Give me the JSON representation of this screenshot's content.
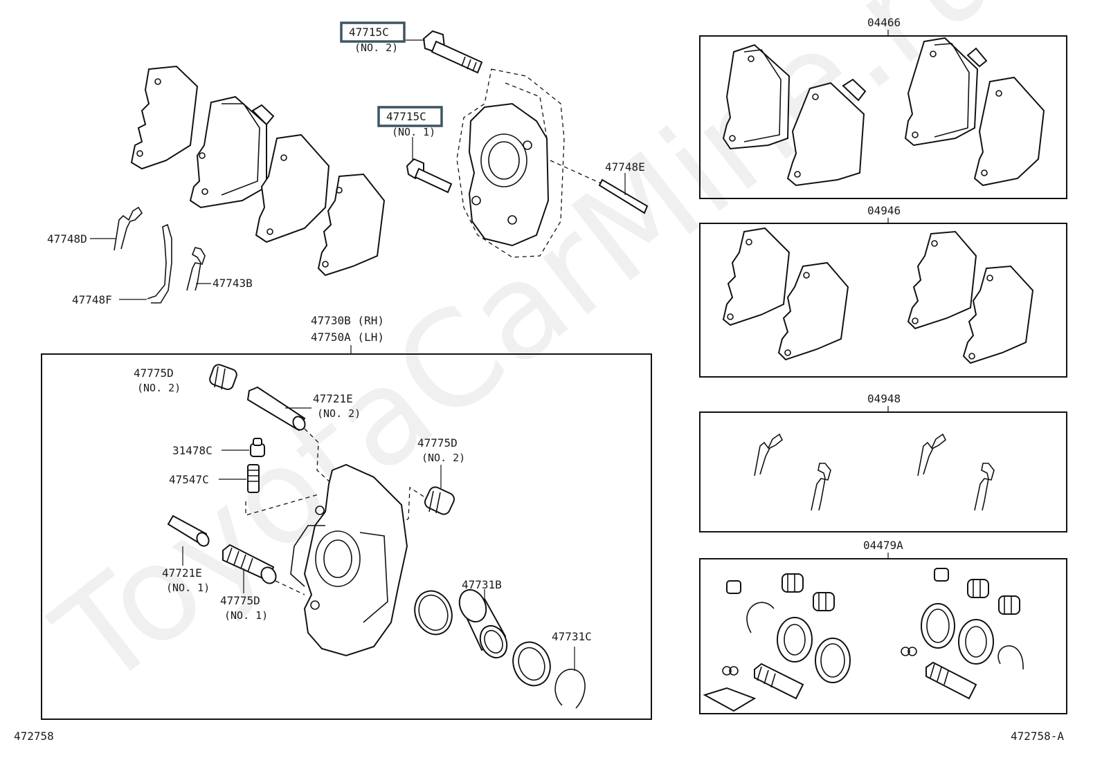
{
  "watermark": "ToyotaCarMine.ru",
  "footer": {
    "left_code": "472758",
    "right_code": "472758-A"
  },
  "callouts": {
    "bolt_no2": {
      "code": "47715C",
      "note": "(NO. 2)"
    },
    "bolt_no1": {
      "code": "47715C",
      "note": "(NO. 1)"
    },
    "pin_e": "47748E",
    "clip_d": "47748D",
    "spring_f": "47748F",
    "clip_b": "47743B"
  },
  "caliper_assembly": {
    "code_rh": "47730B (RH)",
    "code_lh": "47750A (LH)",
    "parts": {
      "boot_top": {
        "code": "47775D",
        "note": "(NO. 2)"
      },
      "pin_top": {
        "code": "47721E",
        "note": "(NO. 2)"
      },
      "cap": "31478C",
      "bleeder": "47547C",
      "boot_right": {
        "code": "47775D",
        "note": "(NO. 2)"
      },
      "pin_bottom": {
        "code": "47721E",
        "note": "(NO. 1)"
      },
      "boot_bottom": {
        "code": "47775D",
        "note": "(NO. 1)"
      },
      "piston": "47731B",
      "ring": "47731C"
    }
  },
  "kits": [
    {
      "code": "04466"
    },
    {
      "code": "04946"
    },
    {
      "code": "04948"
    },
    {
      "code": "04479A"
    }
  ]
}
